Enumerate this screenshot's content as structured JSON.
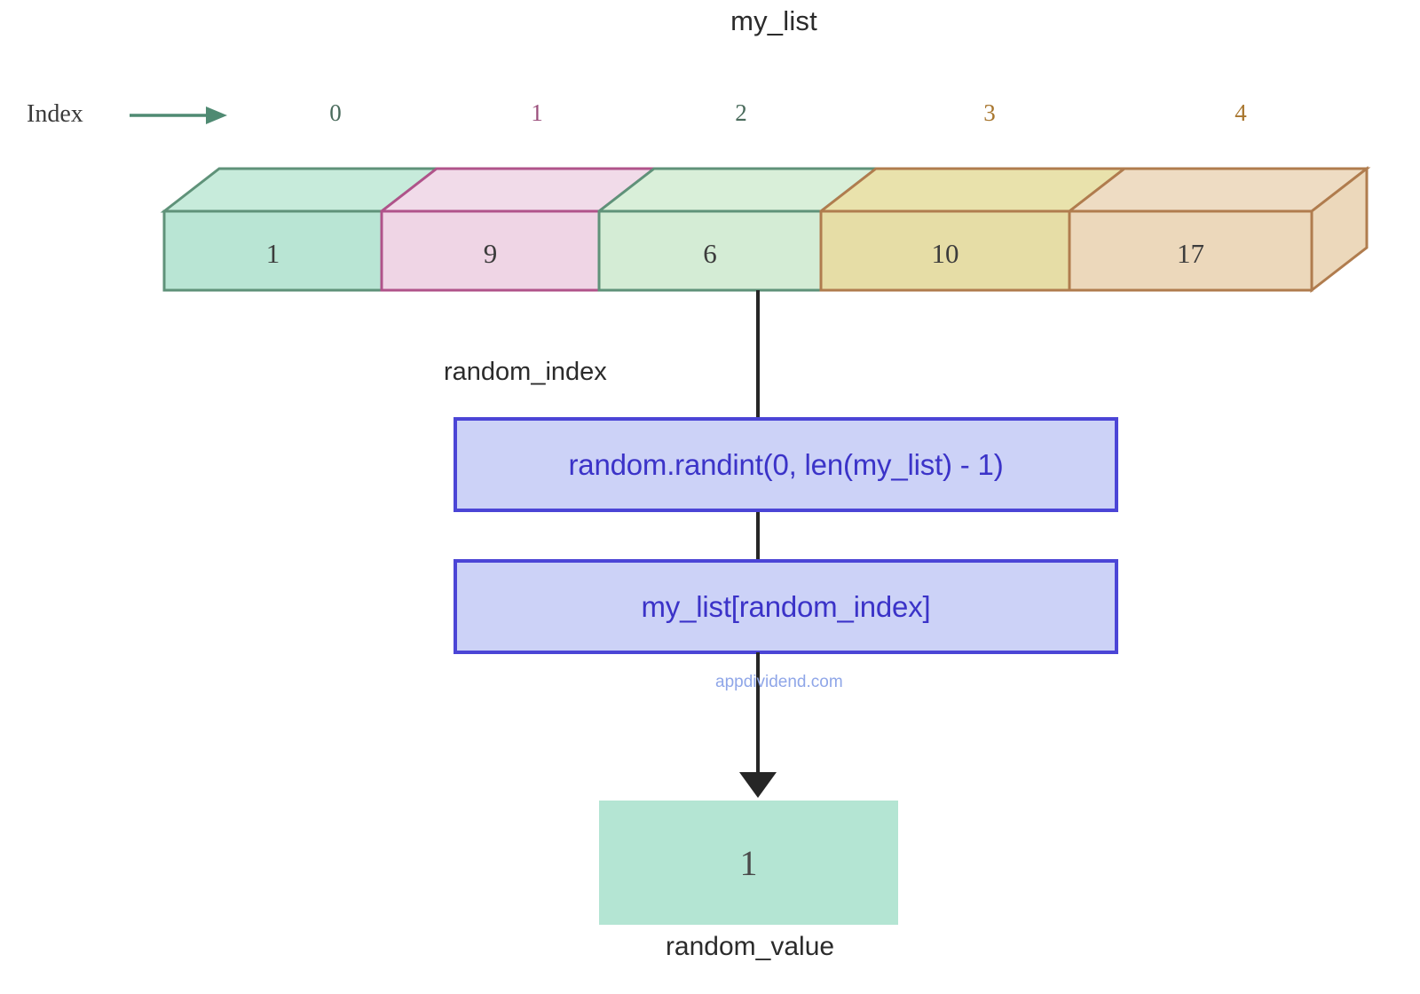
{
  "title": "my_list",
  "index_axis": {
    "label": "Index",
    "arrow_icon": "right-arrow-icon",
    "values": [
      "0",
      "1",
      "2",
      "3",
      "4"
    ]
  },
  "array": {
    "cells": [
      {
        "index": "0",
        "value": "1",
        "face": "#b9e5d4",
        "top": "#c8ecdc",
        "stroke": "#5f9279"
      },
      {
        "index": "1",
        "value": "9",
        "face": "#efd5e5",
        "top": "#f1dbe9",
        "stroke": "#b0538a"
      },
      {
        "index": "2",
        "value": "6",
        "face": "#d4ecd5",
        "top": "#d9efd9",
        "stroke": "#5f9279"
      },
      {
        "index": "3",
        "value": "10",
        "face": "#e6dda6",
        "top": "#e9e2ac",
        "stroke": "#b07c4e"
      },
      {
        "index": "4",
        "value": "17",
        "face": "#ecd8bb",
        "top": "#eedcc3",
        "stroke": "#b07c4e"
      }
    ]
  },
  "flow": {
    "selected_index_label": "random_index",
    "steps": [
      {
        "text": "random.randint(0, len(my_list) - 1)"
      },
      {
        "text": "my_list[random_index]"
      }
    ],
    "result": {
      "value": "1",
      "caption": "random_value",
      "color": "#b4e5d3"
    }
  },
  "watermark": "appdividend.com",
  "colors": {
    "code_box_fill": "#ccd2f7",
    "code_box_stroke": "#4b45d6",
    "code_text": "#3b33c8",
    "connector": "#262626",
    "index_arrow": "#4f8a72"
  }
}
